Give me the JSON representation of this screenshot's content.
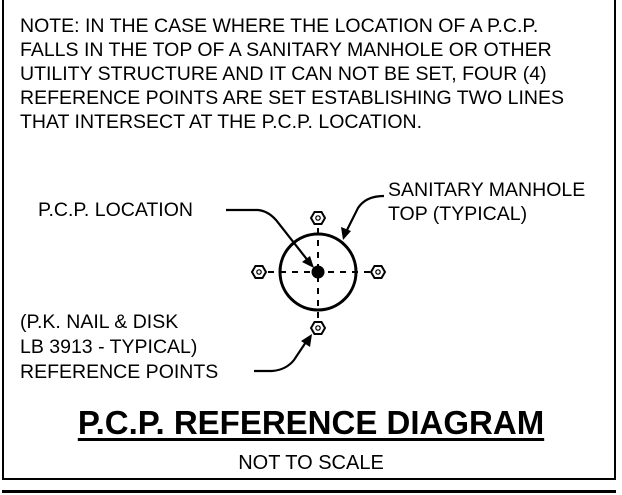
{
  "note": {
    "lines": [
      "NOTE: IN THE CASE WHERE THE LOCATION OF A P.C.P.",
      "FALLS IN THE TOP OF A SANITARY MANHOLE OR OTHER",
      "UTILITY STRUCTURE AND IT CAN NOT BE SET, FOUR (4)",
      "REFERENCE POINTS ARE SET ESTABLISHING TWO LINES",
      "THAT INTERSECT AT THE P.C.P. LOCATION."
    ]
  },
  "labels": {
    "pcp_location": "P.C.P. LOCATION",
    "manhole_line1": "SANITARY MANHOLE",
    "manhole_line2": "TOP (TYPICAL)",
    "ref_line1": "(P.K. NAIL & DISK",
    "ref_line2": "LB 3913 - TYPICAL)",
    "ref_line3": "REFERENCE POINTS"
  },
  "title": "P.C.P. REFERENCE DIAGRAM",
  "subtitle": "NOT TO SCALE"
}
